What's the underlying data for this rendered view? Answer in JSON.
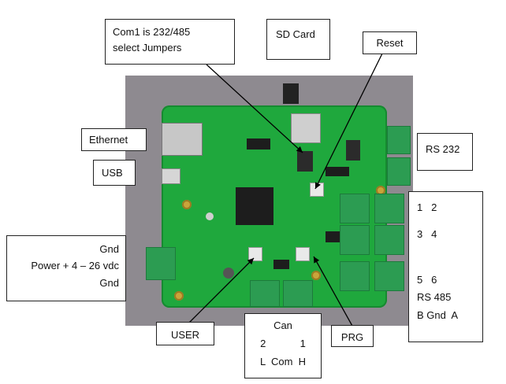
{
  "labels": {
    "com1": [
      "Com1 is  232/485",
      "select Jumpers"
    ],
    "sd_card": "SD Card",
    "reset": "Reset",
    "ethernet": "Ethernet",
    "usb": "USB",
    "rs232": "RS 232",
    "power": [
      "Gnd",
      "Power + 4 – 26 vdc",
      "Gnd"
    ],
    "user": "USER",
    "can": [
      "Can",
      "2            1",
      "L  Com  H"
    ],
    "prg": "PRG",
    "rs485": [
      "1   2",
      "3   4",
      "5   6",
      "RS 485",
      "B Gnd  A"
    ]
  },
  "colors": {
    "board": "#1fa83d",
    "background": "#8e8a90",
    "arrow": "#000000"
  }
}
